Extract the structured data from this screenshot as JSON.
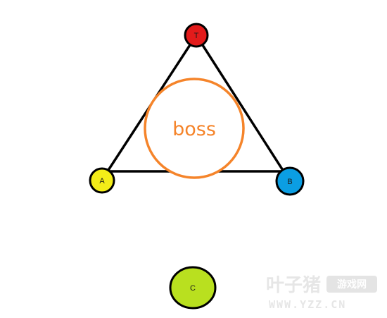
{
  "diagram": {
    "boss": {
      "label": "boss",
      "color": "#f5842a"
    },
    "nodes": [
      {
        "id": "T",
        "label": "T",
        "color": "#e31b1b"
      },
      {
        "id": "A",
        "label": "A",
        "color": "#f4ed18"
      },
      {
        "id": "B",
        "label": "B",
        "color": "#0b9ee3"
      },
      {
        "id": "C",
        "label": "C",
        "color": "#b9e01f"
      }
    ],
    "edge_color": "#000000"
  },
  "watermark": {
    "site_name": "叶子猪",
    "badge": "游戏网",
    "url": "WWW.YZZ.CN"
  }
}
